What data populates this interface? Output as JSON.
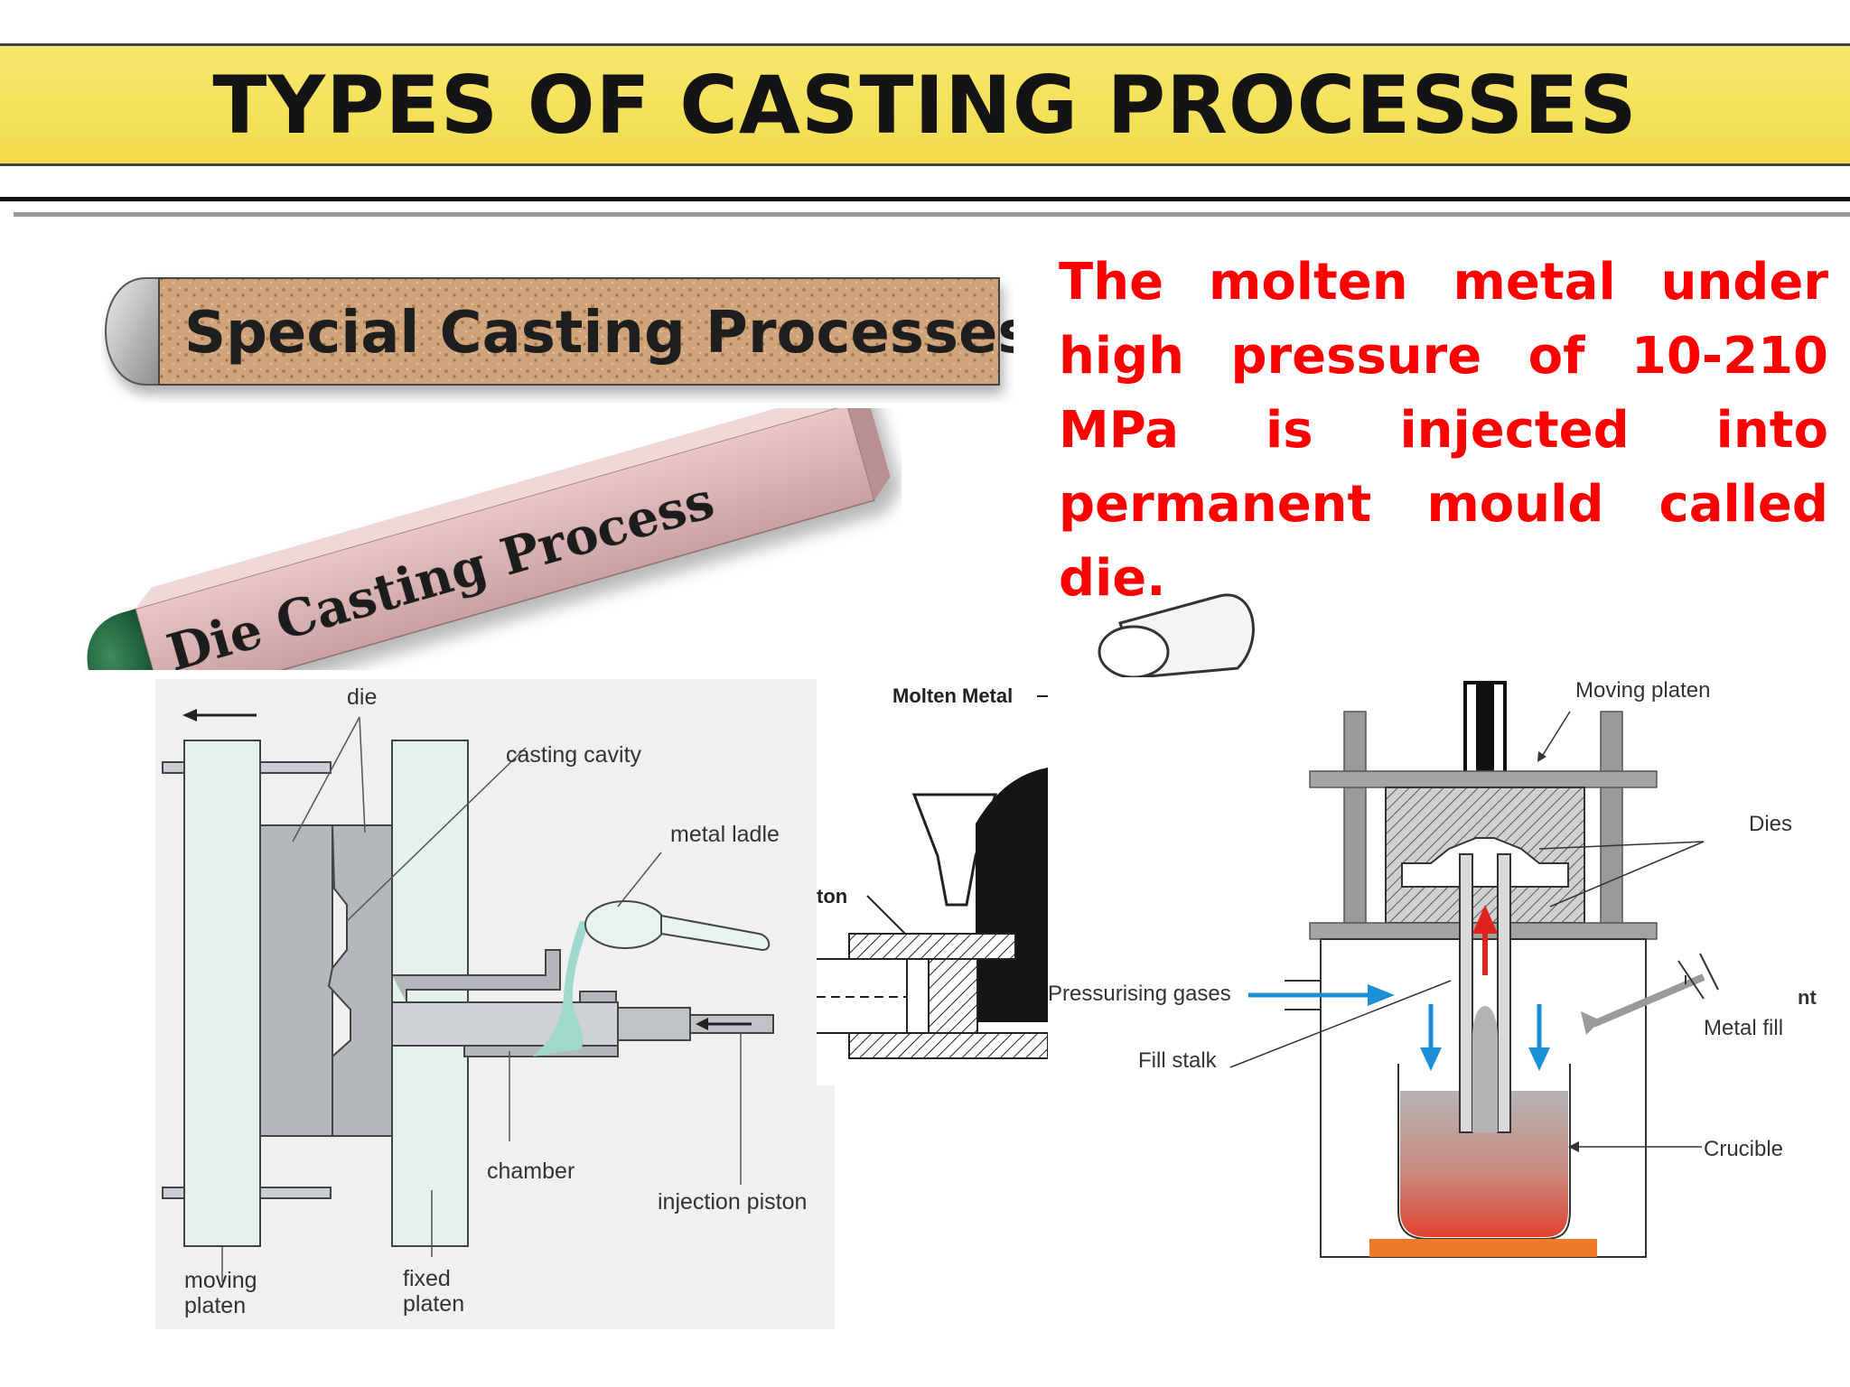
{
  "slide": {
    "title": "TYPES OF CASTING PROCESSES",
    "tag_special": "Special Casting Processes",
    "tag_die": "Die Casting Process",
    "description": "The molten metal under high pressure of 10-210 MPa is injected into permanent mould called die."
  },
  "cold_chamber_diagram": {
    "labels": {
      "die": "die",
      "casting_cavity": "casting cavity",
      "metal_ladle": "metal ladle",
      "chamber": "chamber",
      "injection_piston": "injection piston",
      "moving_platen_1": "moving",
      "moving_platen_2": "platen",
      "fixed_platen_1": "fixed",
      "fixed_platen_2": "platen"
    }
  },
  "partial_diagram": {
    "labels": {
      "molten_metal": "Molten Metal",
      "piston_fragment": "ton"
    }
  },
  "low_pressure_diagram": {
    "labels": {
      "moving_platen": "Moving platen",
      "dies": "Dies",
      "pressurising_gases": "Pressurising gases",
      "fill_stalk": "Fill stalk",
      "metal_fill": "Metal fill",
      "crucible": "Crucible",
      "edge_fragment": "nt"
    }
  },
  "colors": {
    "title_bg": "#f2dc4c",
    "description_text": "#ff0000",
    "arrow_red": "#e0241b",
    "arrow_blue": "#1a8fd6",
    "molten_green": "#9fd9cc",
    "heater_orange": "#ee7a2a"
  }
}
